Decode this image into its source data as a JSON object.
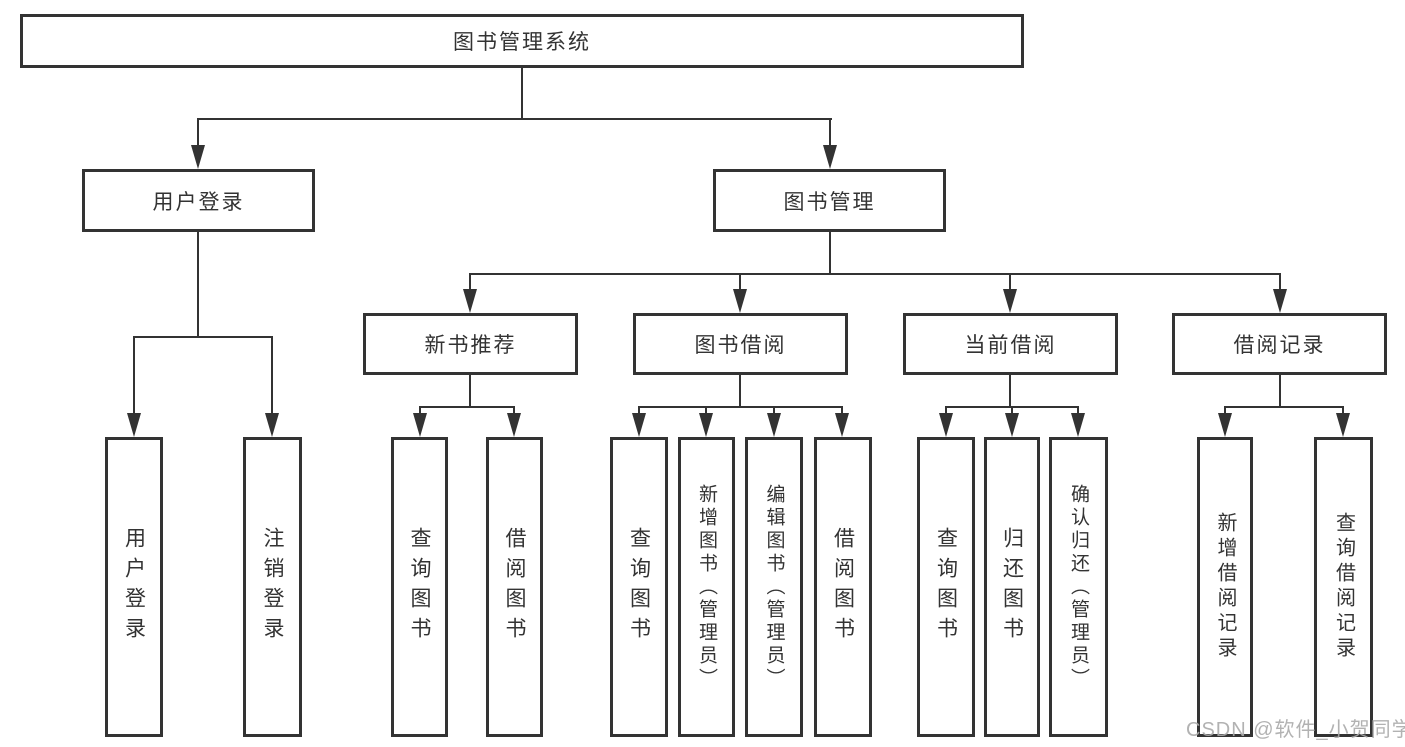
{
  "diagram": {
    "type": "hierarchy-tree",
    "orientation": "top-down",
    "colors": {
      "line": "#333333",
      "box_border": "#333333",
      "box_fill": "#ffffff",
      "background": "#ffffff",
      "text": "#333333",
      "watermark": "#aaaaaa"
    }
  },
  "tree": {
    "label": "图书管理系统",
    "children": [
      {
        "label": "用户登录",
        "children": [
          {
            "label": "用户登录"
          },
          {
            "label": "注销登录"
          }
        ]
      },
      {
        "label": "图书管理",
        "children": [
          {
            "label": "新书推荐",
            "children": [
              {
                "label": "查询图书"
              },
              {
                "label": "借阅图书"
              }
            ]
          },
          {
            "label": "图书借阅",
            "children": [
              {
                "label": "查询图书"
              },
              {
                "label": "新增图书（管理员）"
              },
              {
                "label": "编辑图书（管理员）"
              },
              {
                "label": "借阅图书"
              }
            ]
          },
          {
            "label": "当前借阅",
            "children": [
              {
                "label": "查询图书"
              },
              {
                "label": "归还图书"
              },
              {
                "label": "确认归还（管理员）"
              }
            ]
          },
          {
            "label": "借阅记录",
            "children": [
              {
                "label": "新增借阅记录"
              },
              {
                "label": "查询借阅记录"
              }
            ]
          }
        ]
      }
    ]
  },
  "watermark": {
    "text": "CSDN @软件_小贺同学"
  }
}
